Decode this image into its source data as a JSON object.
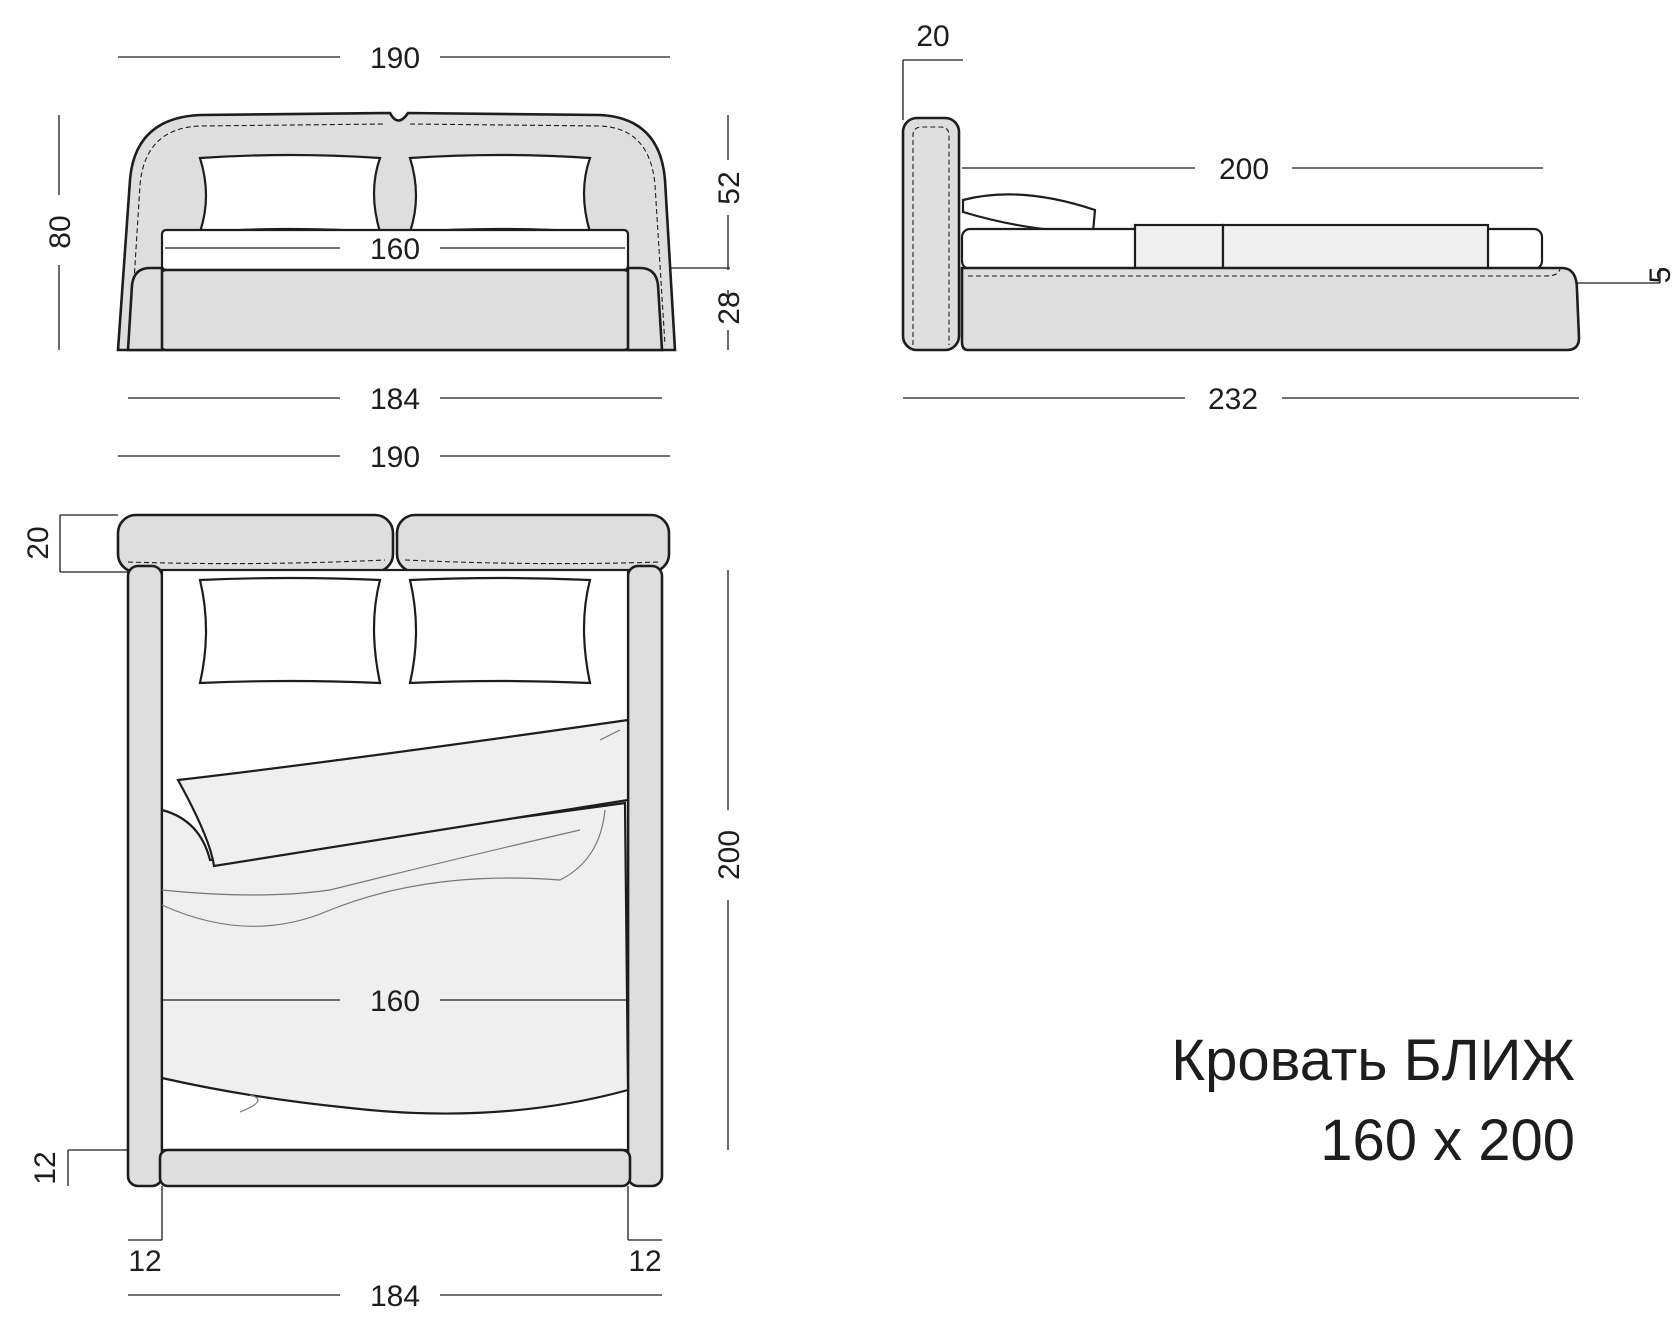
{
  "front_view": {
    "overall_width": "190",
    "total_height": "80",
    "headboard_height": "52",
    "base_height": "28",
    "mattress_width": "160",
    "base_width": "184"
  },
  "side_view": {
    "headboard_depth": "20",
    "mattress_length": "200",
    "overhang": "5",
    "overall_length": "232"
  },
  "top_view": {
    "overall_width": "190",
    "headboard_depth": "20",
    "length": "200",
    "mattress_width": "160",
    "foot_rail": "12",
    "side_left": "12",
    "side_right": "12",
    "base_width": "184"
  },
  "title": {
    "name": "Кровать БЛИЖ",
    "size": "160 x 200"
  }
}
